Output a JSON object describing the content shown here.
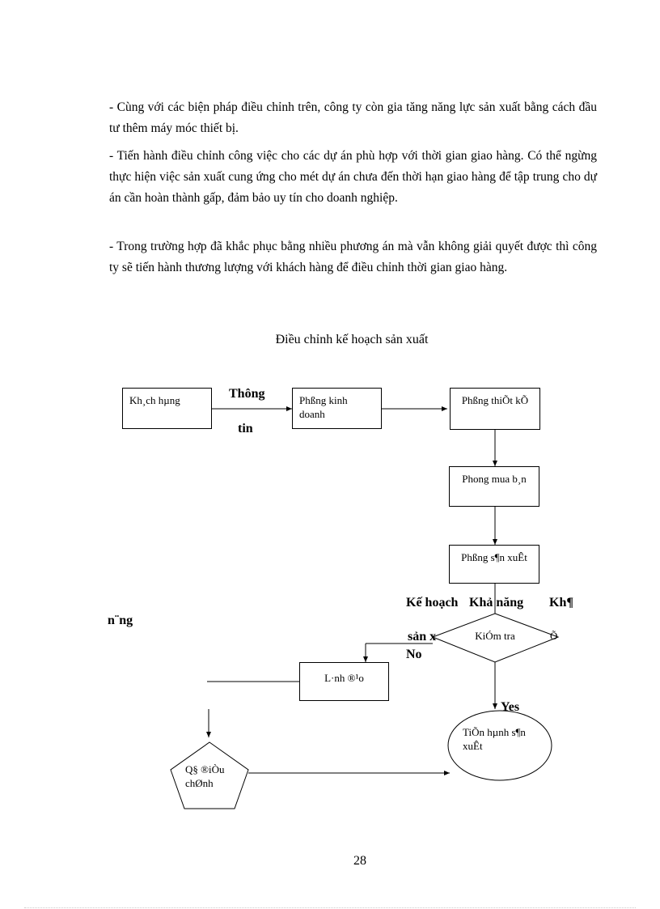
{
  "paragraphs": [
    "-   Cùng với các biện pháp điều chỉnh trên, công ty còn gia tăng năng lực sản xuất bằng cách đầu tư thêm máy móc thiết bị.",
    "-   Tiến hành điều chỉnh công việc cho các dự án phù hợp với thời gian giao hàng. Có thể ngừng thực hiện việc sản xuất cung ứng cho mét dự án chưa đến thời hạn giao hàng để tập trung cho dự án cần hoàn thành gấp, đảm bảo uy tín cho doanh nghiệp.",
    "-   Trong trường hợp đã khắc phục bằng nhiều phương án mà vẫn không giải quyết được thì công ty sẽ tiến hành thương lượng với khách hàng để điều chỉnh thời gian giao hàng."
  ],
  "diagram": {
    "title": "Điều chỉnh kế hoạch sản xuất",
    "nodes": {
      "customer": "Kh¸ch hµng",
      "sales": "Phßng kinh doanh",
      "design": "Phßng thiÕt kÕ",
      "purchasing": "Phong mua b¸n",
      "production_dept": "Phßng s¶n xuÊt",
      "check": "KiÓm tra",
      "leader": "L·nh ®¹o",
      "execute": "TiÕn hµnh s¶n xuÊt",
      "decision": "Q§ ®iÒu chØnh"
    },
    "labels": {
      "info_top": "Thông",
      "info_bottom": "tin",
      "plan": "Kế hoạch",
      "capacity": "Khả năng",
      "kh": "Kh¶",
      "nang": "n¨ng",
      "san_x": "sản x",
      "tilde": "Õ",
      "no": "No",
      "yes": "Yes"
    }
  },
  "page_number": "28"
}
